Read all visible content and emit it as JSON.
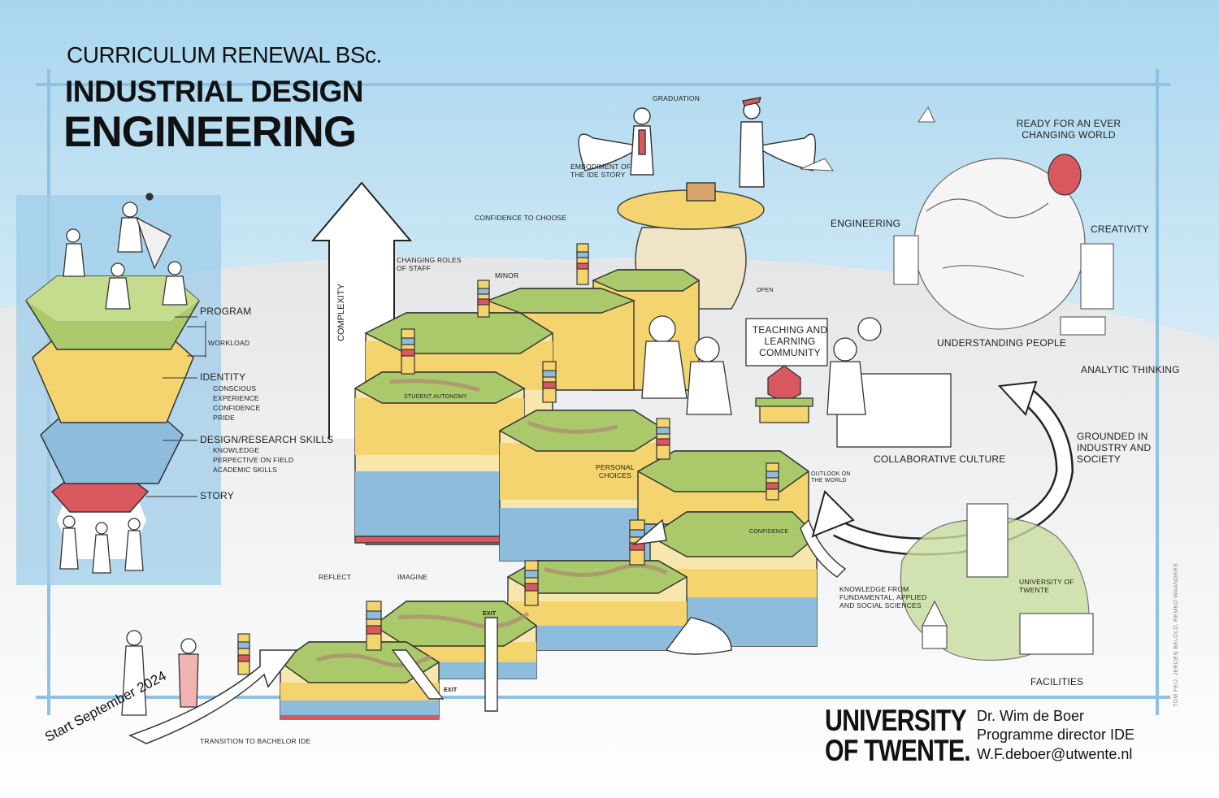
{
  "header": {
    "line1": "CURRICULUM RENEWAL BSc.",
    "line2": "INDUSTRIAL DESIGN",
    "line3": "ENGINEERING"
  },
  "legend": {
    "program": "PROGRAM",
    "workload": "WORKLOAD",
    "identity": "IDENTITY",
    "identity_items": [
      "CONSCIOUS",
      "EXPERIENCE",
      "CONFIDENCE",
      "PRIDE"
    ],
    "skills": "DESIGN/RESEARCH SKILLS",
    "skills_items": [
      "KNOWLEDGE",
      "PERPECTIVE ON FIELD",
      "ACADEMIC SKILLS"
    ],
    "story": "STORY"
  },
  "labels": {
    "graduation": "GRADUATION",
    "embodiment": "EMBODIMENT OF THE IDE STORY",
    "confidence_to_choose": "CONFIDENCE TO CHOOSE",
    "changing_roles": "CHANGING ROLES OF STAFF",
    "minor": "MINOR",
    "complexity": "COMPLEXITY",
    "student_autonomy": "STUDENT AUTONOMY",
    "personal_choices": "PERSONAL CHOICES",
    "outlook": "OUTLOOK ON THE WORLD",
    "confidence": "CONFIDENCE",
    "reflect": "REFLECT",
    "imagine": "IMAGINE",
    "exit1": "EXIT",
    "exit2": "EXIT",
    "transition": "TRANSITION TO BACHELOR IDE",
    "start": "Start September 2024",
    "teaching": "TEACHING AND LEARNING COMMUNITY",
    "open": "OPEN",
    "collaborative": "COLLABORATIVE CULTURE",
    "ready": "READY FOR AN EVER CHANGING WORLD",
    "engineering": "ENGINEERING",
    "creativity": "CREATIVITY",
    "understanding": "UNDERSTANDING PEOPLE",
    "analytic": "ANALYTIC THINKING",
    "grounded": "GROUNDED IN INDUSTRY AND SOCIETY",
    "knowledge_from": "KNOWLEDGE FROM FUNDAMENTAL, APPLIED AND SOCIAL SCIENCES",
    "university_label": "UNIVERSITY OF TWENTE",
    "facilities": "FACILITIES",
    "credit": "TOM FEIJ, JEROEN BELOLD, REMKO WAANDERS"
  },
  "footer": {
    "university_line1": "UNIVERSITY",
    "university_line2": "OF TWENTE.",
    "name": "Dr. Wim de Boer",
    "role": "Programme director  IDE",
    "email": "W.F.deboer@utwente.nl"
  },
  "colors": {
    "sky": "#b9dcef",
    "frame": "#8fc1e3",
    "green": "#a9c96b",
    "yellow": "#f4d46e",
    "cream": "#f8e7ad",
    "blue": "#8ebcdc",
    "red": "#d9585f",
    "legend_panel": "#a8d2ec"
  }
}
